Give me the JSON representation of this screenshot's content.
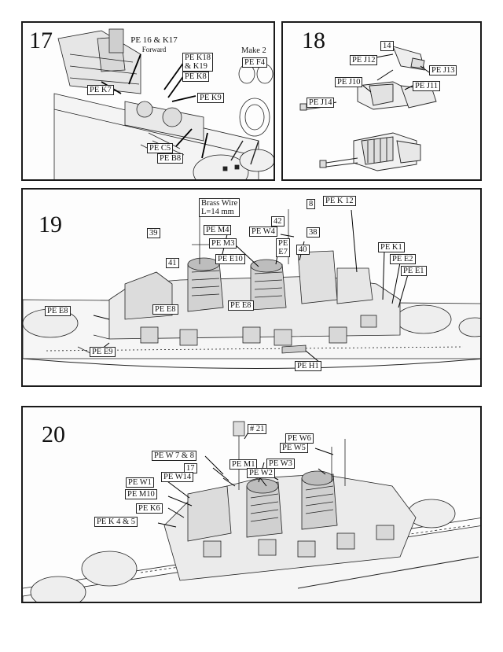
{
  "panels": {
    "p17": {
      "step": "17",
      "labels": {
        "pe16k17": "PE 16 & K17",
        "forward": "Forward",
        "k18": "PE K18",
        "k19": "& K19",
        "k8": "PE K8",
        "k7": "PE K7",
        "k9": "PE K9",
        "c5": "PE C5",
        "b8": "PE B8",
        "make2": "Make 2",
        "f4": "PE F4"
      }
    },
    "p18": {
      "step": "18",
      "labels": {
        "n14": "14",
        "j12": "PE J12",
        "j13": "PE J13",
        "j10": "PE J10",
        "j11": "PE J11",
        "j14": "PE J14"
      }
    },
    "p19": {
      "step": "19",
      "labels": {
        "brass1": "Brass Wire",
        "brass2": "L=14 mm",
        "n8": "8",
        "k12": "PE K 12",
        "n42": "42",
        "n39": "39",
        "m4": "PE M4",
        "w4": "PE W4",
        "n38": "38",
        "m3": "PE M3",
        "pe": "PE",
        "e7": "E7",
        "n40": "40",
        "k1": "PE K1",
        "e2": "PE E2",
        "n41": "41",
        "e10": "PE E10",
        "e1": "PE E1",
        "e8a": "PE E8",
        "e8b": "PE E8",
        "e8c": "PE E8",
        "e9": "PE E9",
        "h1": "PE H1"
      }
    },
    "p20": {
      "step": "20",
      "labels": {
        "n21": "# 21",
        "w6": "PE W6",
        "w5": "PE W5",
        "w78": "PE W 7 & 8",
        "m1": "PE M1",
        "w3": "PE W3",
        "n17": "17",
        "w2": "PE W2",
        "w14": "PE W14",
        "w1": "PE W1",
        "m10": "PE M10",
        "k6": "PE K6",
        "k45": "PE K 4 & 5"
      }
    }
  }
}
